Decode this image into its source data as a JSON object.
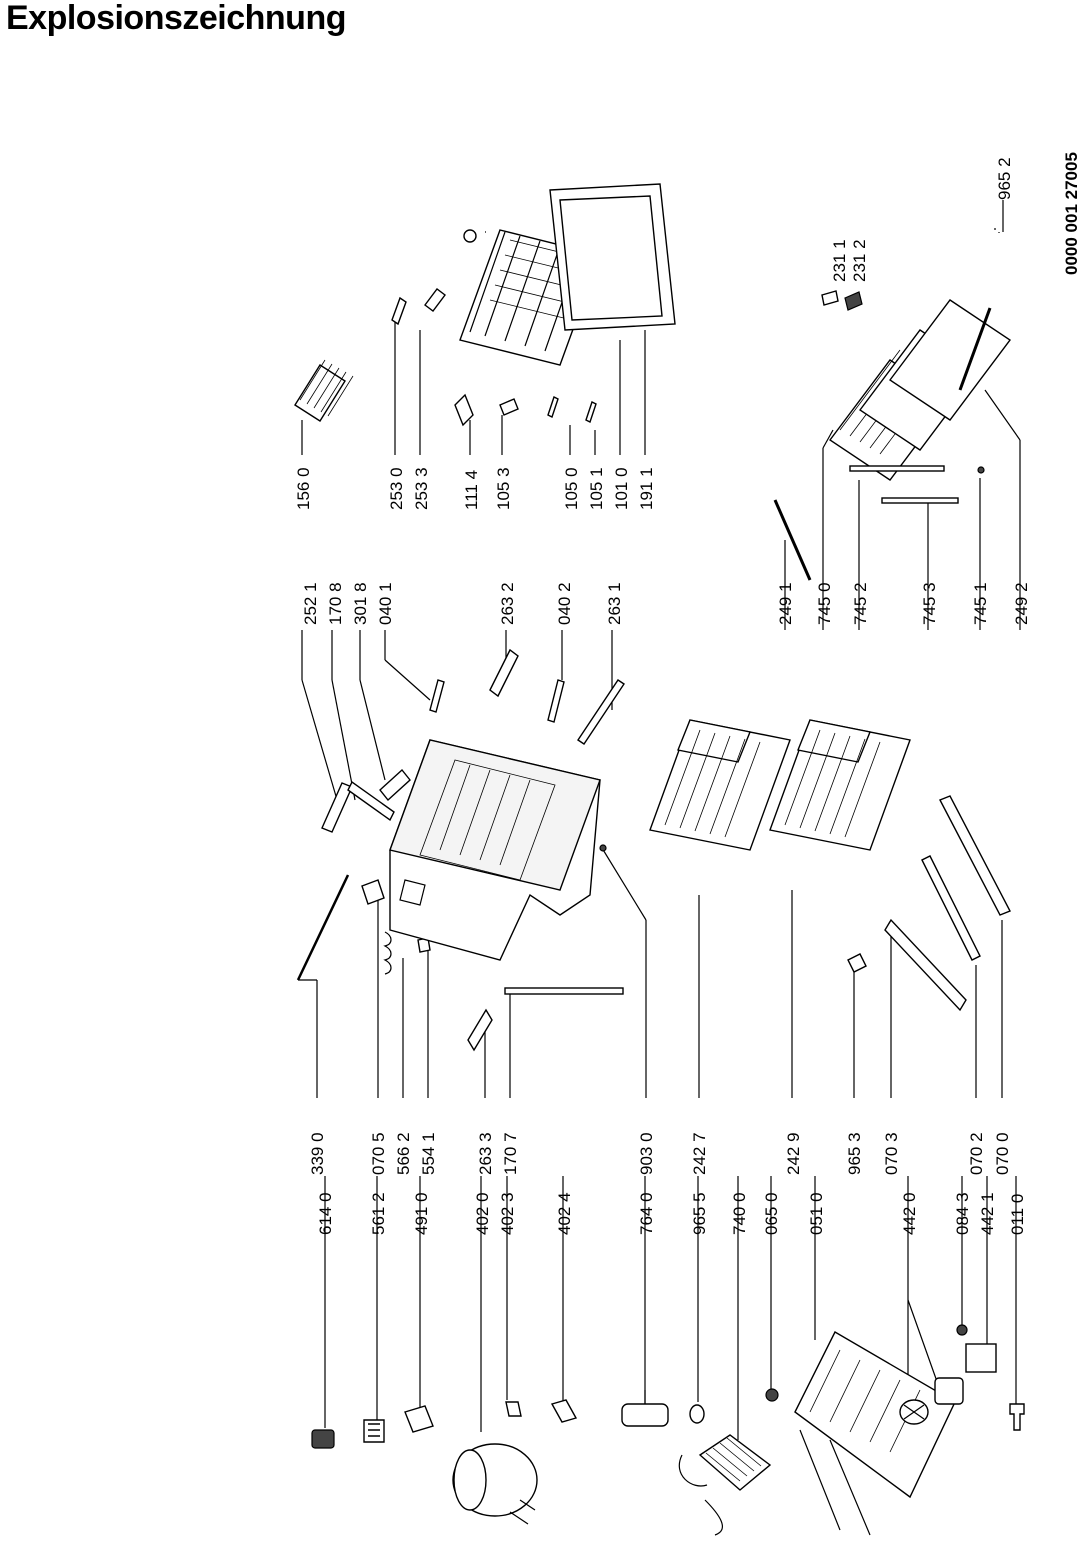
{
  "title": "Explosionszeichnung",
  "doc_code": "0000 001 27005",
  "labels": {
    "c1": [
      "614 0",
      "561 2",
      "491 0",
      "402 0",
      "402 3",
      "402 4",
      "764 0",
      "965 5",
      "740 0",
      "065 0",
      "051 0",
      "442 0",
      "084 3",
      "442 1",
      "011 0"
    ],
    "c2": [
      "339 0",
      "070 5",
      "566 2",
      "554 1",
      "263 3",
      "170 7",
      "903 0",
      "242 7",
      "242 9",
      "965 3",
      "070 3",
      "070 2",
      "070 0"
    ],
    "c3": [
      "252 1",
      "170 8",
      "301 8",
      "040 1",
      "263 2",
      "040 2",
      "263 1",
      "249 1",
      "745 0",
      "745 2",
      "745 3",
      "745 1",
      "249 2"
    ],
    "c4": [
      "156 0",
      "253 0",
      "253 3",
      "111 4",
      "105 3",
      "105 0",
      "105 1",
      "101 0",
      "191 1",
      "965 2",
      "231 1",
      "231 2"
    ]
  }
}
